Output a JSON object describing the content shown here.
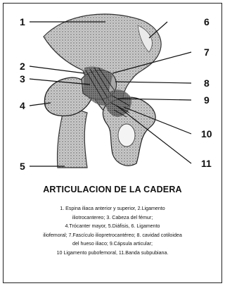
{
  "figure": {
    "title": "ARTICULACION DE LA CADERA",
    "labels": [
      "1",
      "2",
      "3",
      "4",
      "5",
      "6",
      "7",
      "8",
      "9",
      "10",
      "11"
    ],
    "legend_lines": [
      "1. Espina iliaca anterior y superior,  2.Ligamento",
      "iliotrocantereo;  3. Cabeza del fémur;",
      "4.Trócanter mayor,  5.Diáfisis, 6. Ligamento",
      "iliofemoral;  7.Fascículo iliopretrocantéreo; 8. cavidad cotiloidea",
      "del hueso iliaco;  9.Cápsula articular;",
      "10 Ligamento pubofemoral, 11.Banda subpubiana."
    ]
  }
}
